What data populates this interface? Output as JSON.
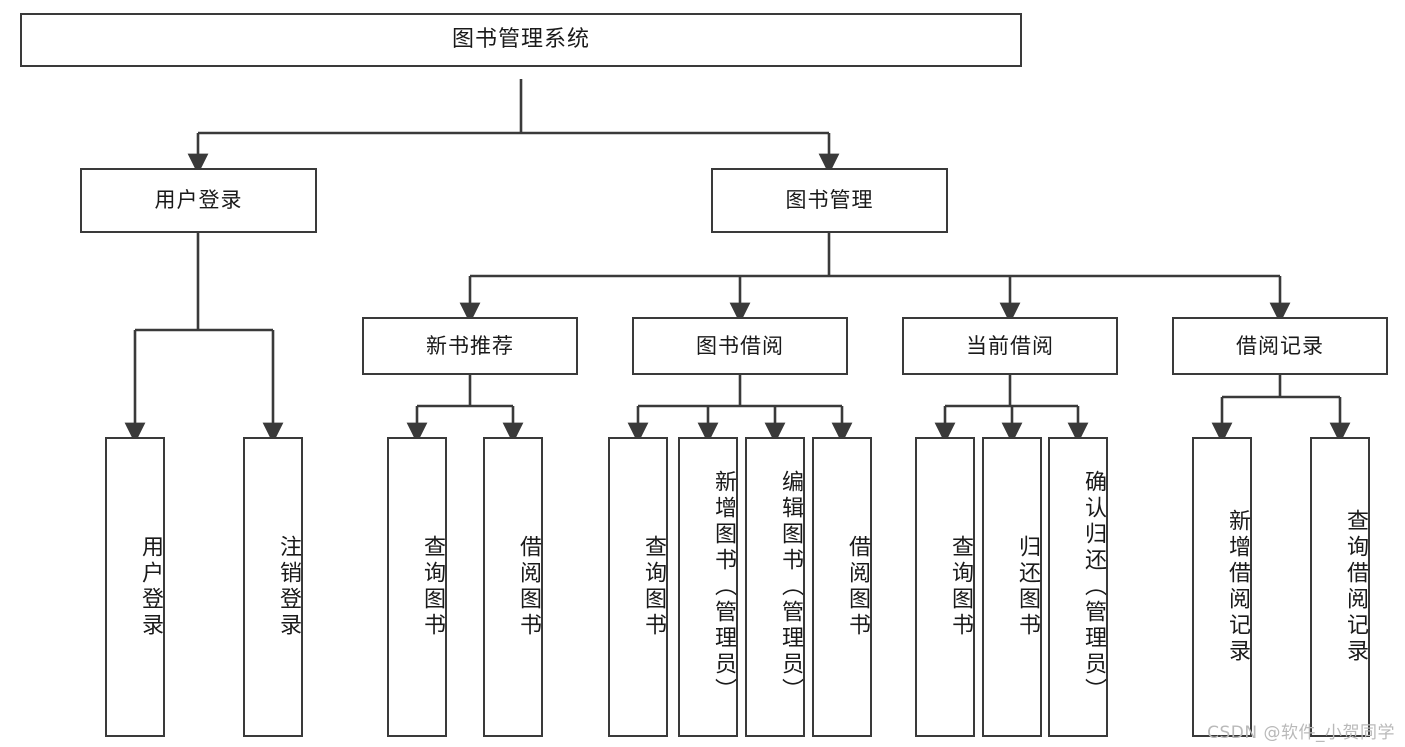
{
  "diagram": {
    "title": "图书管理系统",
    "type": "tree",
    "watermark": "CSDN @软件_小贺同学",
    "colors": {
      "box_border": "#3a3a3a",
      "box_fill": "#ffffff",
      "connector": "#3a3a3a",
      "text": "#1a1a1a",
      "watermark": "#b9b9b9",
      "background": "#ffffff"
    },
    "nodes": {
      "root": {
        "label": "图书管理系统"
      },
      "level2": [
        {
          "label": "用户登录"
        },
        {
          "label": "图书管理"
        }
      ],
      "level3": [
        {
          "label": "新书推荐"
        },
        {
          "label": "图书借阅"
        },
        {
          "label": "当前借阅"
        },
        {
          "label": "借阅记录"
        }
      ],
      "leaves": {
        "user_login": [
          {
            "label": "用户登录"
          },
          {
            "label": "注销登录"
          }
        ],
        "new_book_recommend": [
          {
            "label": "查询图书"
          },
          {
            "label": "借阅图书"
          }
        ],
        "book_borrow": [
          {
            "label": "查询图书"
          },
          {
            "label": "新增图书（管理员）"
          },
          {
            "label": "编辑图书（管理员）"
          },
          {
            "label": "借阅图书"
          }
        ],
        "current_borrow": [
          {
            "label": "查询图书"
          },
          {
            "label": "归还图书"
          },
          {
            "label": "确认归还（管理员）"
          }
        ],
        "borrow_record": [
          {
            "label": "新增借阅记录"
          },
          {
            "label": "查询借阅记录"
          }
        ]
      }
    }
  }
}
